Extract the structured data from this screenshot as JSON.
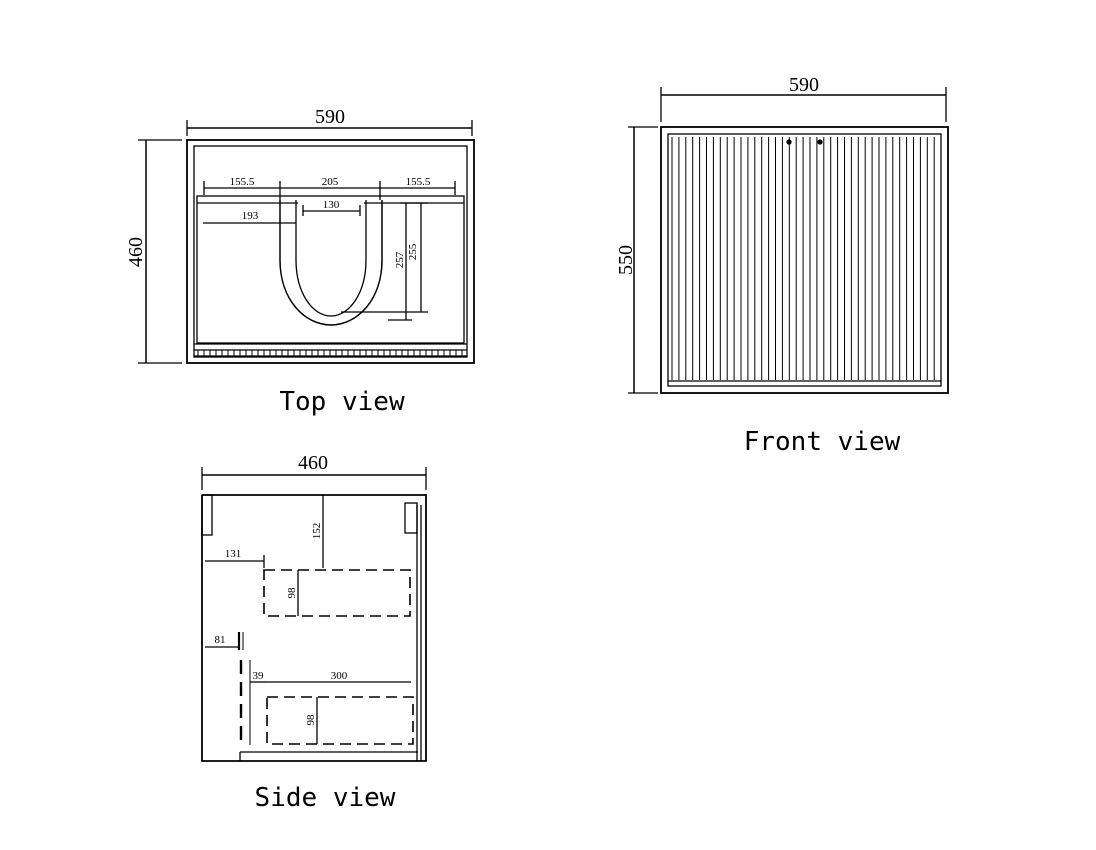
{
  "colors": {
    "line": "#000000",
    "background": "#ffffff"
  },
  "top_view": {
    "caption": "Top view",
    "width": "590",
    "depth": "460",
    "left_offset": "155.5",
    "basin_width": "205",
    "right_offset": "155.5",
    "inner_width": "130",
    "front_offset": "193",
    "basin_depth_a": "257",
    "basin_depth_b": "255"
  },
  "front_view": {
    "caption": "Front view",
    "width": "590",
    "height": "550"
  },
  "side_view": {
    "caption": "Side view",
    "depth": "460",
    "upper_drop": "152",
    "upper_offset": "131",
    "upper_drawer_height": "98",
    "lower_offset": "81",
    "lower_gap": "39",
    "lower_drawer_depth": "300",
    "lower_drawer_height": "98"
  }
}
